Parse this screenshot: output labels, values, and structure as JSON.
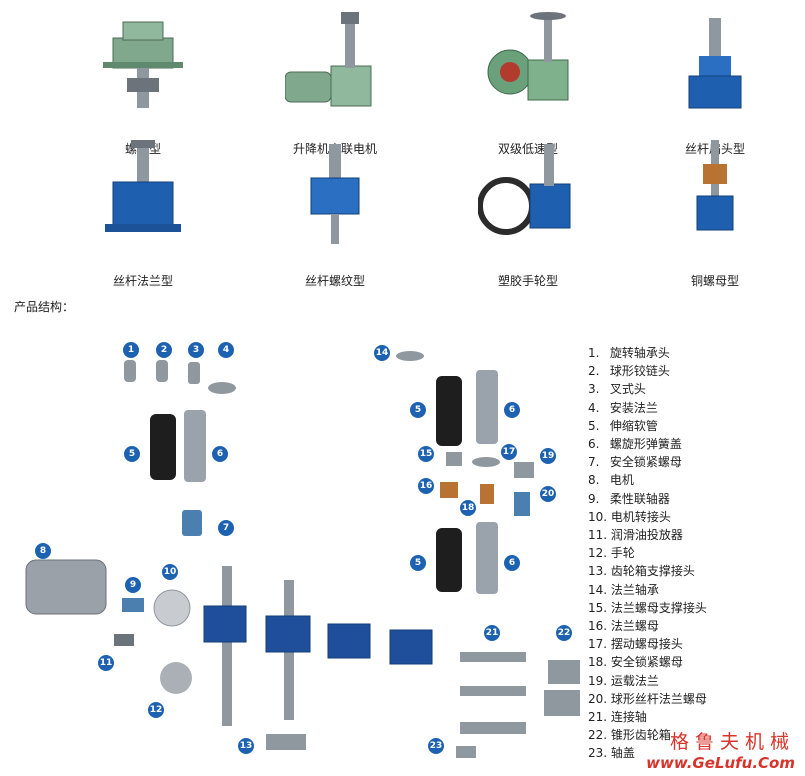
{
  "products": [
    {
      "caption": "螺母型",
      "icon": "worm-jack-green-nut-icon",
      "color": "#7fa88c"
    },
    {
      "caption": "升降机直联电机",
      "icon": "worm-jack-motor-icon",
      "color": "#7fa88c"
    },
    {
      "caption": "双级低速型",
      "icon": "double-reduction-jack-icon",
      "color": "#6aa07a"
    },
    {
      "caption": "丝杆扁头型",
      "icon": "screw-flat-head-jack-icon",
      "color": "#1f5fb0"
    },
    {
      "caption": "丝杆法兰型",
      "icon": "screw-flange-jack-icon",
      "color": "#1f5fb0"
    },
    {
      "caption": "丝杆螺纹型",
      "icon": "screw-thread-jack-icon",
      "color": "#1f5fb0"
    },
    {
      "caption": "塑胶手轮型",
      "icon": "plastic-handwheel-jack-icon",
      "color": "#1f5fb0"
    },
    {
      "caption": "铜螺母型",
      "icon": "copper-nut-jack-icon",
      "color": "#1f5fb0"
    }
  ],
  "section_title": "产品结构：",
  "legend": [
    {
      "num": "1.",
      "label": "旋转轴承头"
    },
    {
      "num": "2.",
      "label": "球形铰链头"
    },
    {
      "num": "3.",
      "label": "叉式头"
    },
    {
      "num": "4.",
      "label": "安装法兰"
    },
    {
      "num": "5.",
      "label": "伸缩软管"
    },
    {
      "num": "6.",
      "label": "螺旋形弹簧盖"
    },
    {
      "num": "7.",
      "label": "安全锁紧螺母"
    },
    {
      "num": "8.",
      "label": "电机"
    },
    {
      "num": "9.",
      "label": "柔性联轴器"
    },
    {
      "num": "10.",
      "label": "电机转接头"
    },
    {
      "num": "11.",
      "label": "润滑油投放器"
    },
    {
      "num": "12.",
      "label": "手轮"
    },
    {
      "num": "13.",
      "label": "齿轮箱支撑接头"
    },
    {
      "num": "14.",
      "label": "法兰轴承"
    },
    {
      "num": "15.",
      "label": "法兰螺母支撑接头"
    },
    {
      "num": "16.",
      "label": "法兰螺母"
    },
    {
      "num": "17.",
      "label": "摆动螺母接头"
    },
    {
      "num": "18.",
      "label": "安全锁紧螺母"
    },
    {
      "num": "19.",
      "label": "运载法兰"
    },
    {
      "num": "20.",
      "label": "球形丝杆法兰螺母"
    },
    {
      "num": "21.",
      "label": "连接轴"
    },
    {
      "num": "22.",
      "label": "锥形齿轮箱"
    },
    {
      "num": "23.",
      "label": "轴盖"
    }
  ],
  "badges": [
    "1",
    "2",
    "3",
    "4",
    "5",
    "6",
    "7",
    "8",
    "9",
    "10",
    "11",
    "12",
    "13",
    "14",
    "5",
    "6",
    "15",
    "17",
    "19",
    "16",
    "18",
    "20",
    "5",
    "6",
    "21",
    "22",
    "23"
  ],
  "watermark": {
    "cn": "格鲁夫机械",
    "url": "www.GeLufu.Com"
  },
  "colors": {
    "blue": "#1d62b0",
    "green": "#7fa88c",
    "grey": "#8f979f",
    "copper": "#b87333",
    "dark": "#2b2b2b"
  }
}
